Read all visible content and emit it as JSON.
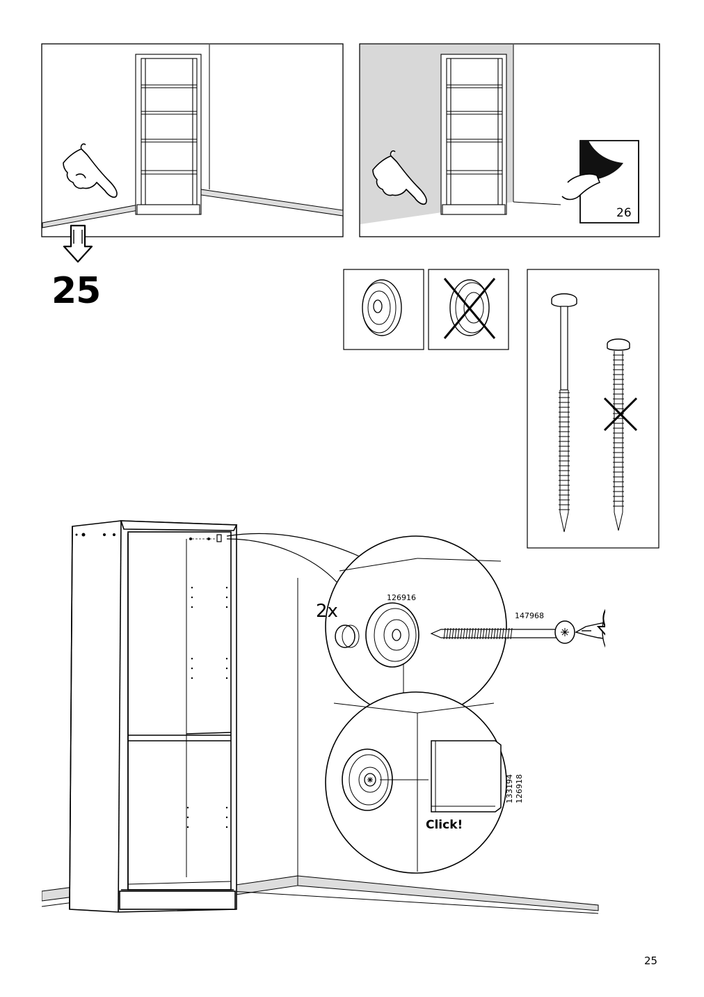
{
  "step_number": "25",
  "page_number": "25",
  "panel_top_right": {
    "page_ref": "26"
  },
  "detail": {
    "quantity": "2x",
    "washer_part": "126916",
    "screw_part": "147968",
    "cap_parts": [
      "133194",
      "126918"
    ],
    "click_label": "Click!"
  },
  "icons": [
    "pointing-hand-icon",
    "arrow-down-icon",
    "peel-page-icon",
    "wrong-cross-icon",
    "rotate-arrow-icon"
  ]
}
